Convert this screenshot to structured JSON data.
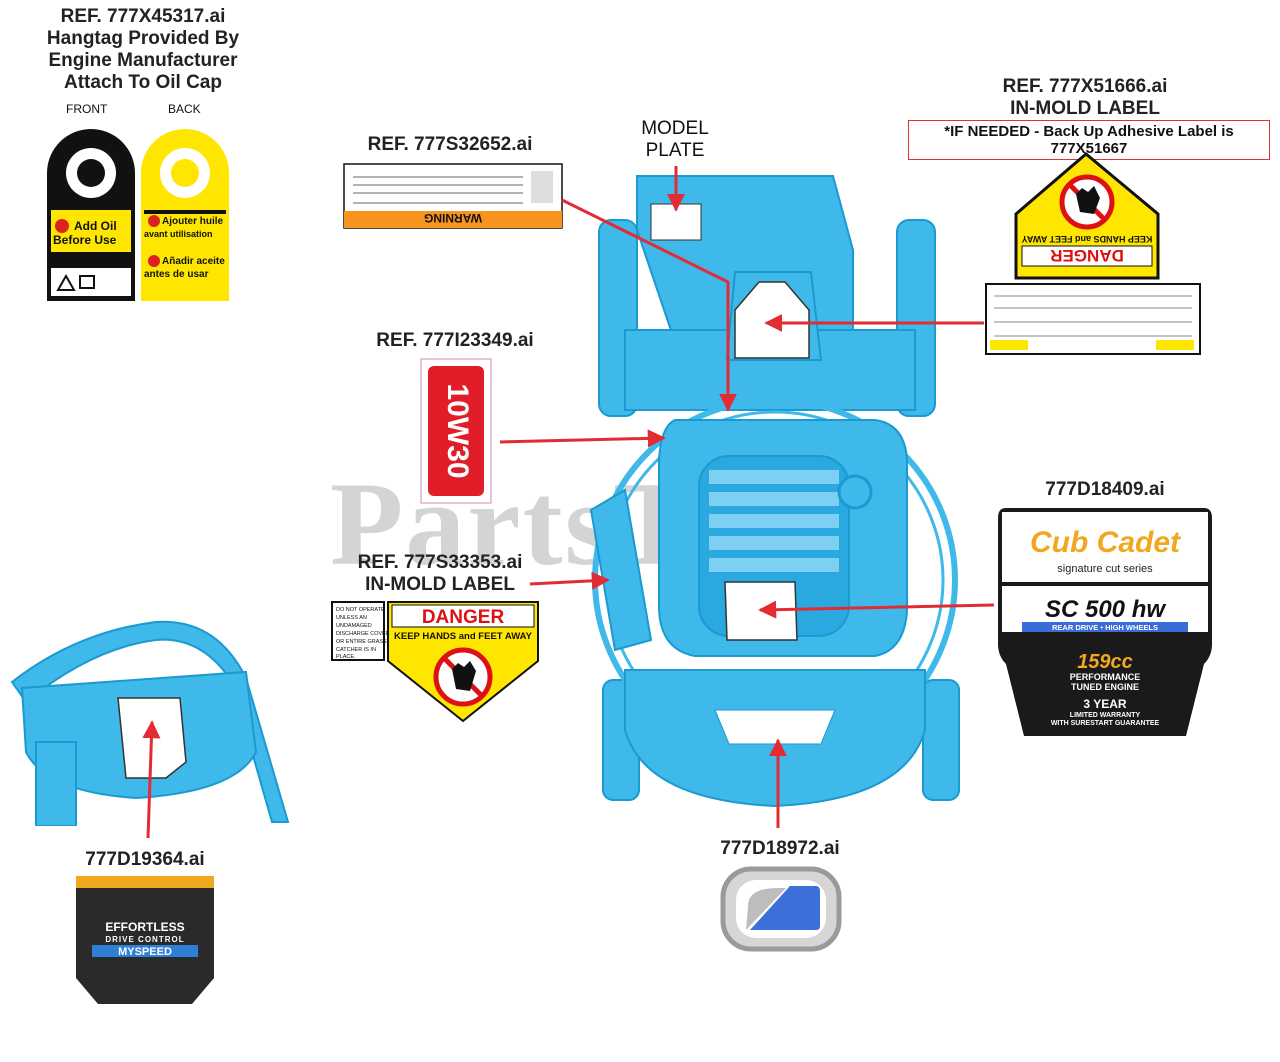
{
  "colors": {
    "mower": "#3fb8ea",
    "mower_dark": "#1a9ad0",
    "arrow": "#e32b34",
    "danger_yellow": "#ffe600"
  },
  "labels": {
    "hangtag": {
      "ref": "REF. 777X45317.ai",
      "line2": "Hangtag Provided By",
      "line3": "Engine Manufacturer",
      "line4": "Attach To Oil Cap",
      "front": "FRONT",
      "back": "BACK",
      "front_text1": "Add Oil",
      "front_text2": "Before Use",
      "back_text1": "Ajouter huile",
      "back_text2": "avant utilisation",
      "back_text3": "Añadir aceite",
      "back_text4": "antes de usar"
    },
    "model_plate": {
      "line1": "MODEL",
      "line2": "PLATE"
    },
    "warning": {
      "ref": "REF. 777S32652.ai",
      "banner": "WARNING"
    },
    "oil": {
      "ref": "REF. 777I23349.ai",
      "text": "10W30"
    },
    "inmold_top": {
      "ref": "REF. 777X51666.ai",
      "sub": "IN-MOLD LABEL",
      "note": "*IF NEEDED - Back Up Adhesive Label is 777X51667",
      "danger": "DANGER",
      "keep": "KEEP HANDS and FEET AWAY"
    },
    "inmold_bottom": {
      "ref": "REF. 777S33353.ai",
      "sub": "IN-MOLD LABEL",
      "danger": "DANGER",
      "keep": "KEEP HANDS and FEET AWAY",
      "side1": "DO NOT OPERATE",
      "side2": "UNLESS AN",
      "side3": "UNDAMAGED",
      "side4": "DISCHARGE COVER",
      "side5": "OR ENTIRE GRASS",
      "side6": "CATCHER IS IN",
      "side7": "PLACE."
    },
    "cubcadet": {
      "ref": "777D18409.ai",
      "brand": "Cub Cadet",
      "series": "signature cut series",
      "model": "SC 500 hw",
      "drive": "REAR DRIVE • HIGH WHEELS",
      "cc": "159cc",
      "perf1": "PERFORMANCE",
      "perf2": "TUNED ENGINE",
      "year": "3 YEAR",
      "warranty1": "LIMITED WARRANTY",
      "warranty2": "WITH SURESTART GUARANTEE"
    },
    "myspeed": {
      "ref": "777D19364.ai",
      "line1": "EFFORTLESS",
      "line2": "DRIVE CONTROL",
      "line3": "MYSPEED"
    },
    "logo": {
      "ref": "777D18972.ai"
    },
    "watermark": "PartsTree"
  }
}
